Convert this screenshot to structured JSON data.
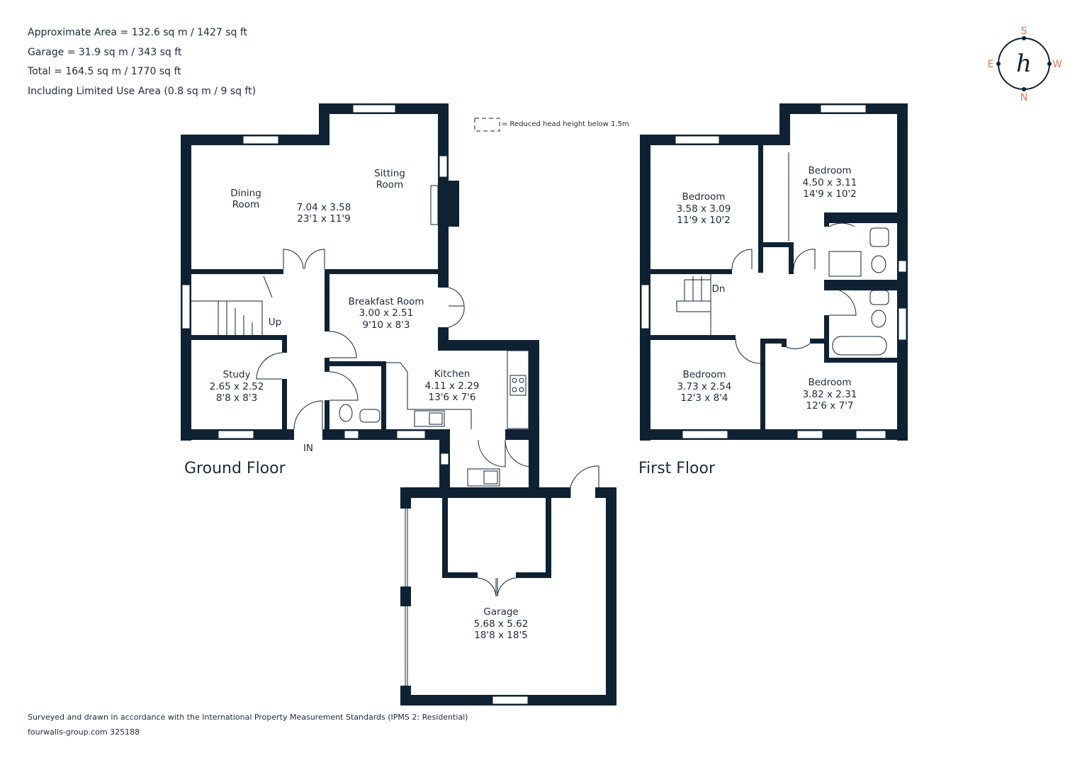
{
  "areas": {
    "approximate": "Approximate Area = 132.6 sq m / 1427 sq ft",
    "garage": "Garage = 31.9 sq m / 343 sq ft",
    "total": "Total = 164.5 sq m / 1770 sq ft",
    "limited": "Including Limited Use Area (0.8 sq m / 9 sq ft)"
  },
  "legend": {
    "text": "= Reduced head height below 1.5m"
  },
  "compass": {
    "s": "S",
    "e": "E",
    "w": "W",
    "n": "N",
    "logo_glyph": "h"
  },
  "ground_floor": {
    "title": "Ground Floor",
    "dining": {
      "line1": "Dining",
      "line2": "Room"
    },
    "sitting": {
      "line1": "Sitting",
      "line2": "Room"
    },
    "living_dims": {
      "metric": "7.04 x 3.58",
      "imperial": "23'1 x 11'9"
    },
    "breakfast": {
      "name": "Breakfast Room",
      "metric": "3.00 x 2.51",
      "imperial": "9'10 x 8'3"
    },
    "study": {
      "name": "Study",
      "metric": "2.65 x 2.52",
      "imperial": "8'8 x 8'3"
    },
    "kitchen": {
      "name": "Kitchen",
      "metric": "4.11 x 2.29",
      "imperial": "13'6 x 7'6"
    },
    "garage": {
      "name": "Garage",
      "metric": "5.68 x 5.62",
      "imperial": "18'8 x 18'5"
    },
    "stairs_up": "Up",
    "entrance": "IN"
  },
  "first_floor": {
    "title": "First Floor",
    "bed1": {
      "name": "Bedroom",
      "metric": "3.58 x 3.09",
      "imperial": "11'9 x 10'2"
    },
    "bed2": {
      "name": "Bedroom",
      "metric": "4.50 x 3.11",
      "imperial": "14'9 x 10'2"
    },
    "bed3": {
      "name": "Bedroom",
      "metric": "3.73 x 2.54",
      "imperial": "12'3 x 8'4"
    },
    "bed4": {
      "name": "Bedroom",
      "metric": "3.82 x 2.31",
      "imperial": "12'6 x 7'7"
    },
    "stairs_down": "Dn"
  },
  "footer": {
    "survey": "Surveyed and drawn in accordance with the International Property Measurement Standards (IPMS 2: Residential)",
    "ref": "fourwalls-group.com 325188"
  },
  "colors": {
    "wall": "#0f2233",
    "compass": "#e0765b",
    "text": "#1d2a3a"
  }
}
